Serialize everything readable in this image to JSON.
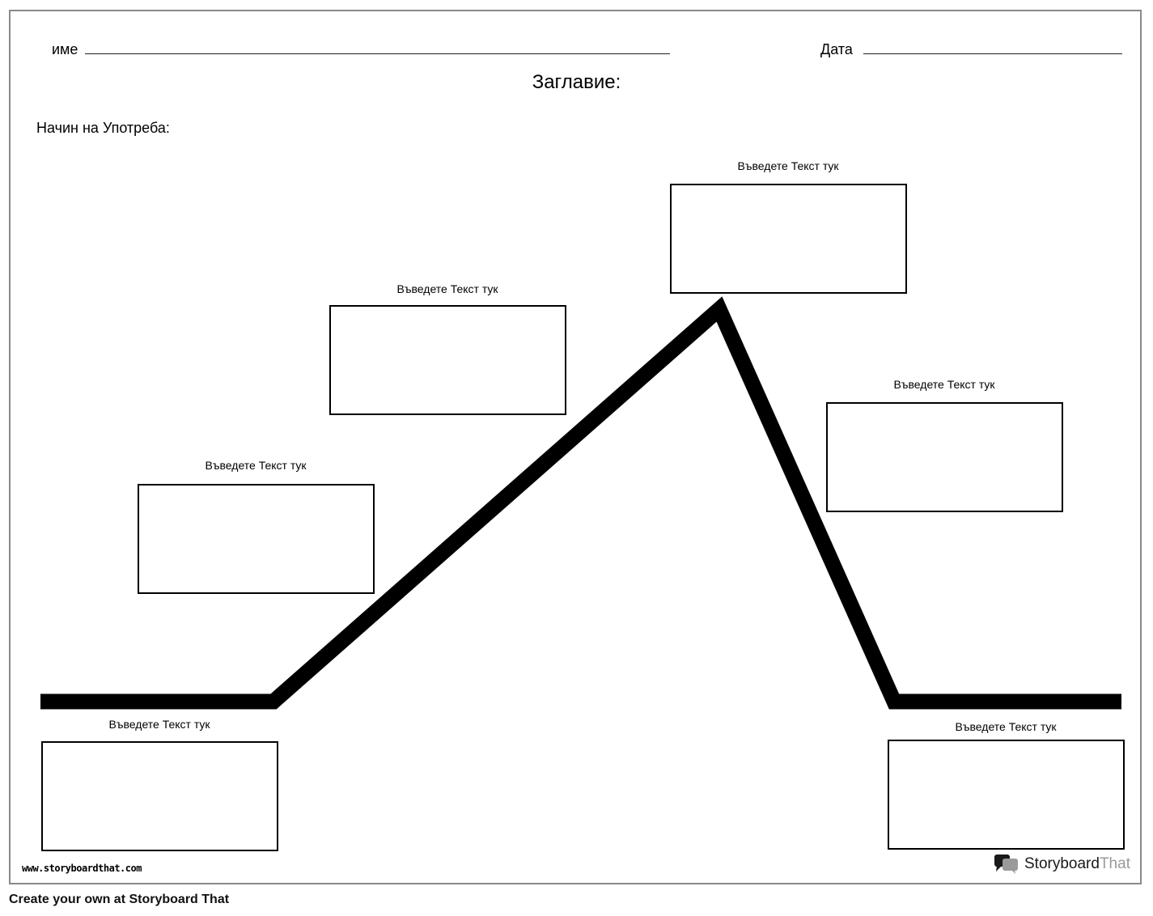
{
  "header": {
    "name_label": "име",
    "date_label": "Дата",
    "title": "Заглавие:",
    "instructions_label": "Начин на Употреба:"
  },
  "boxes": [
    {
      "caption": "Въведете Текст тук"
    },
    {
      "caption": "Въведете Текст тук"
    },
    {
      "caption": "Въведете Текст тук"
    },
    {
      "caption": "Въведете Текст тук"
    },
    {
      "caption": "Въведете Текст тук"
    },
    {
      "caption": "Въведете Текст тук"
    }
  ],
  "footer": {
    "website": "www.storyboardthat.com",
    "brand_part1": "Storyboard",
    "brand_part2": "That",
    "cta": "Create your own at Storyboard That"
  },
  "colors": {
    "line": "#000000",
    "border": "#8a8a8a",
    "brand_gray": "#9a9a9a"
  }
}
